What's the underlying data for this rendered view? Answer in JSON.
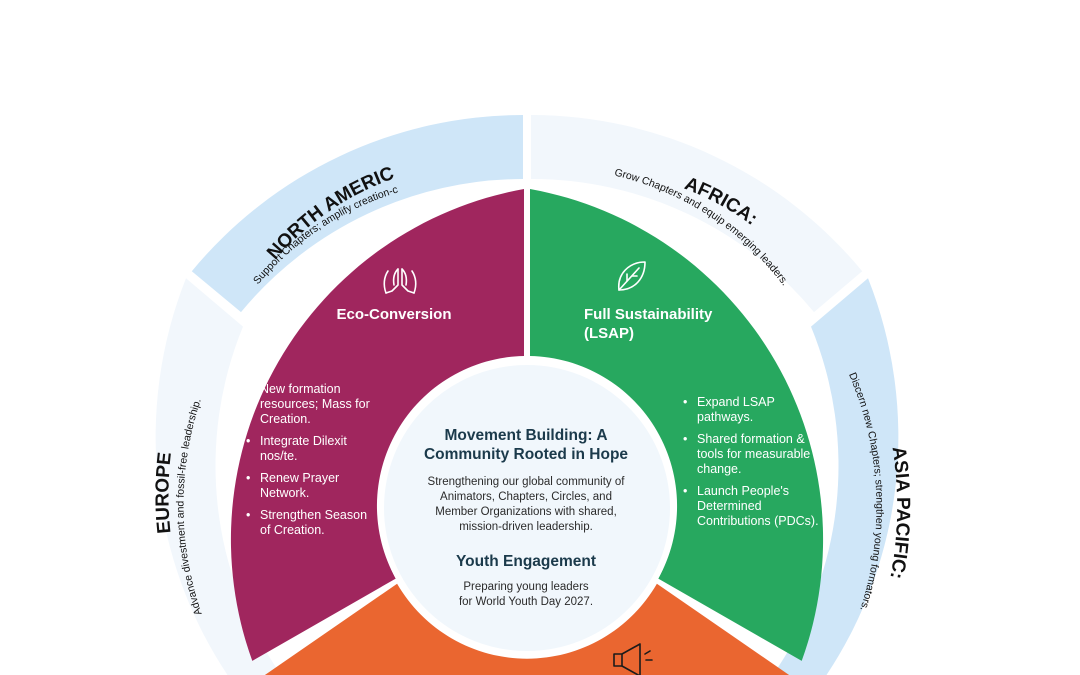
{
  "colors": {
    "eco": "#a0265e",
    "sustainability": "#27a85f",
    "youth": "#ea6630",
    "ring_blue": "#cfe6f8",
    "ring_light": "#f2f7fc",
    "center": "#f1f7fc"
  },
  "sections": {
    "eco": {
      "icon": "praying-hands-icon",
      "title": "Eco-Conversion",
      "bullets": [
        [
          "New formation",
          "resources; Mass for",
          "Creation."
        ],
        [
          "Integrate Dilexit",
          "nos/te."
        ],
        [
          "Renew Prayer",
          "Network."
        ],
        [
          "Strengthen Season",
          "of Creation."
        ]
      ]
    },
    "sustainability": {
      "icon": "leaf-icon",
      "title_line1": "Full Sustainability",
      "title_line2": "(LSAP)",
      "bullets": [
        [
          "Expand LSAP",
          "pathways."
        ],
        [
          "Shared formation &",
          "tools for measurable",
          "change."
        ],
        [
          "Launch People's",
          "Determined",
          "Contributions (PDCs)."
        ]
      ]
    },
    "youth": {
      "icon": "megaphone-icon"
    }
  },
  "center": {
    "title_line1": "Movement Building: A",
    "title_line2": "Community Rooted in Hope",
    "body": [
      "Strengthening our global community of",
      "Animators, Chapters, Circles, and",
      "Member Organizations with shared,",
      "mission-driven leadership."
    ],
    "youth_title": "Youth Engagement",
    "youth_body": [
      "Preparing young leaders",
      "for World Youth Day 2027."
    ]
  },
  "regions": {
    "north_america": {
      "title": "NORTH AMERICA:",
      "subtitle": "Support Chapters; amplify creation-care advocacy."
    },
    "africa": {
      "title": "AFRICA:",
      "subtitle": "Grow Chapters and equip emerging leaders."
    },
    "europe": {
      "title": "EUROPE:",
      "subtitle": "Advance divestment and fossil-free leadership."
    },
    "asia_pacific": {
      "title": "ASIA PACIFIC:",
      "subtitle": "Discern new Chapters; strengthen young formators."
    }
  }
}
